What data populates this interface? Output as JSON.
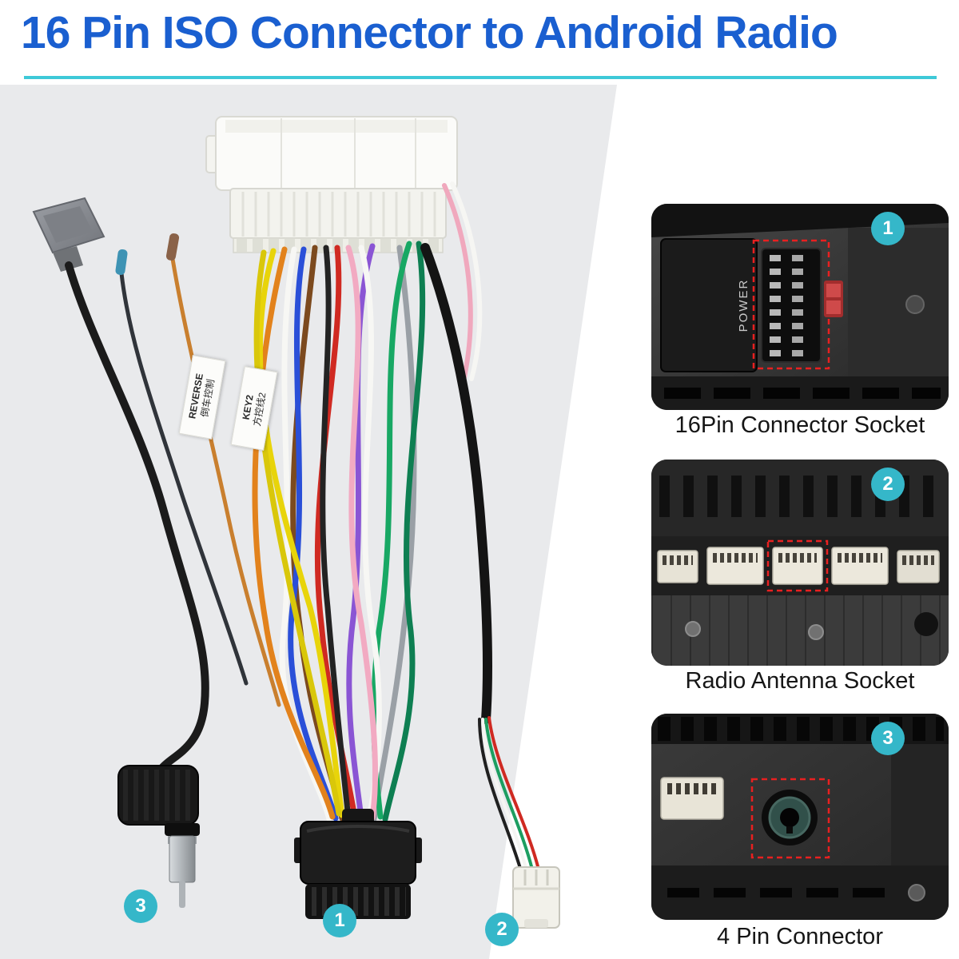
{
  "title": "16 Pin ISO Connector to Android Radio",
  "main_photo": {
    "wire_tags": [
      {
        "line1": "REVERSE",
        "line2": "倒车控制"
      },
      {
        "line1": "KEY2",
        "line2": "方控线2"
      }
    ],
    "badges": {
      "iso_black_connector": "1",
      "four_pin_connector": "2",
      "antenna_plug": "3"
    }
  },
  "insets": [
    {
      "number": "1",
      "caption": "16Pin Connector Socket",
      "photo_text": "POWER"
    },
    {
      "number": "2",
      "caption": "Radio Antenna Socket"
    },
    {
      "number": "3",
      "caption": "4 Pin Connector"
    }
  ],
  "colors": {
    "title_blue": "#1a5fd0",
    "underline_teal": "#3ec9d8",
    "badge_teal": "#35b7c9",
    "highlight_red": "#e82020",
    "background_gray": "#e9eaec"
  }
}
